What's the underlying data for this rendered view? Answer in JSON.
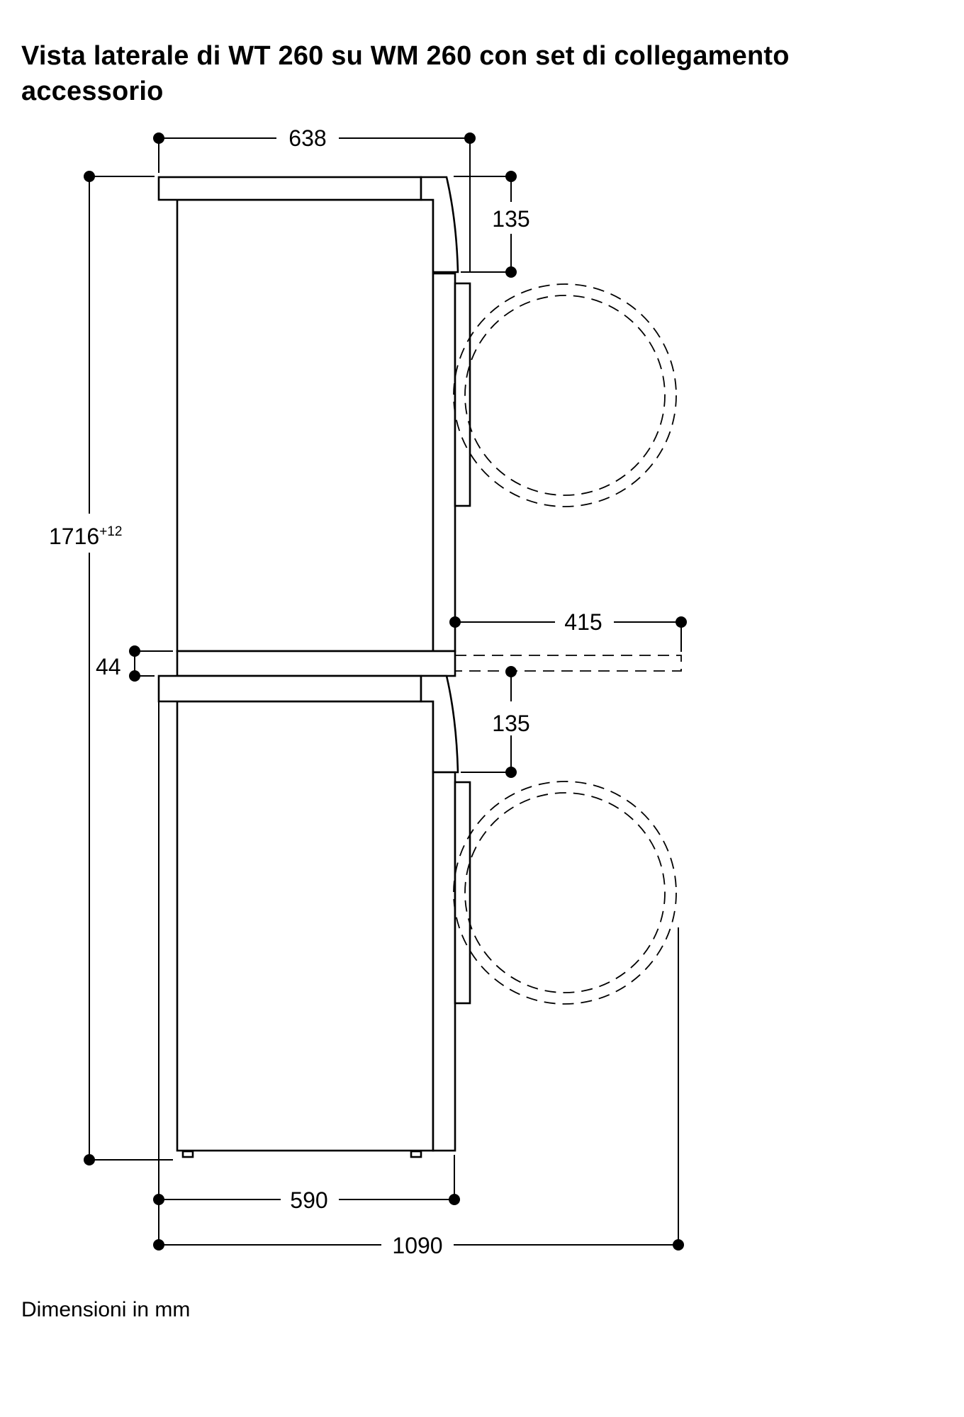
{
  "title": "Vista laterale di WT 260 su WM 260 con set di collegamento accessorio",
  "footer": "Dimensioni in mm",
  "dimensions": {
    "depth_top": "638",
    "door_offset_top": "135",
    "total_height": "1716",
    "total_height_tolerance": "+12",
    "connector_height": "44",
    "pullout_depth": "415",
    "door_offset_bottom": "135",
    "body_depth": "590",
    "depth_door_open": "1090"
  }
}
